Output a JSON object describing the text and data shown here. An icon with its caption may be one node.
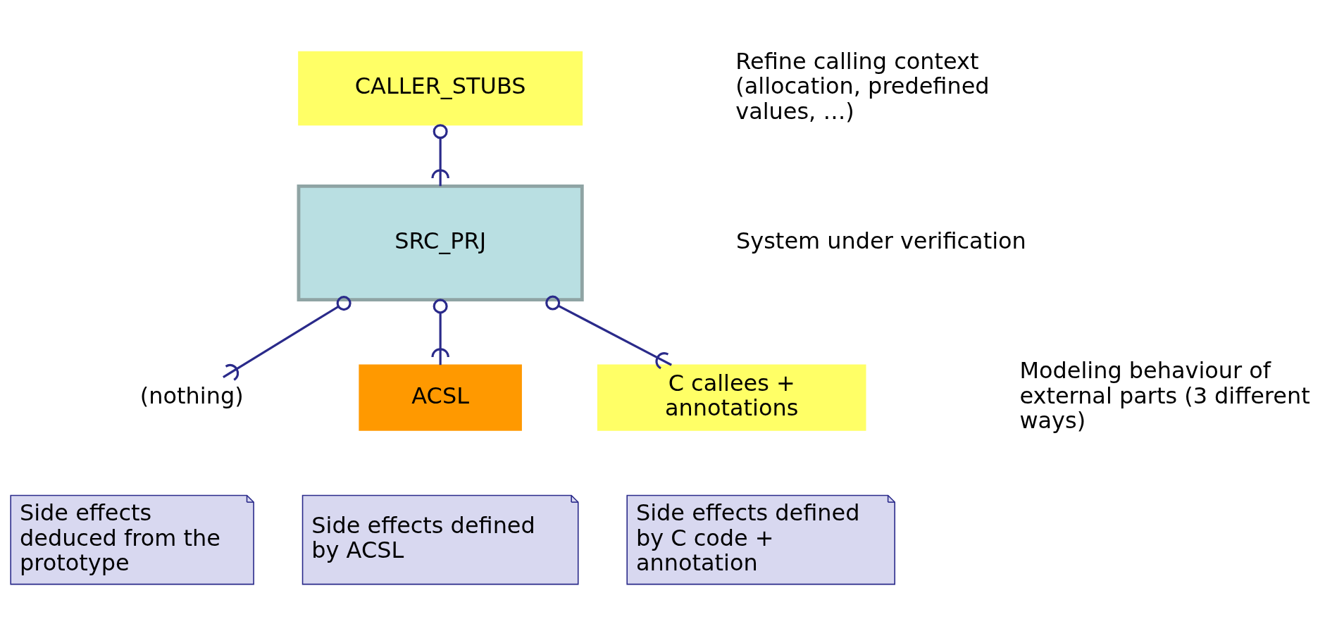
{
  "diagram": {
    "nodes": [
      {
        "text": [
          "CALLER_STUBS"
        ]
      },
      {
        "text": [
          "SRC_PRJ"
        ]
      },
      {
        "text": [
          "(nothing)"
        ]
      },
      {
        "text": [
          "ACSL"
        ]
      },
      {
        "text": [
          "C callees + annotations"
        ]
      },
      {
        "text": [
          "Side effects deduced from the prototype"
        ]
      },
      {
        "text": [
          "Side effects defined by ACSL"
        ]
      },
      {
        "text": [
          "Side effects defined by C code + annotation"
        ]
      }
    ],
    "edges": [
      {
        "from": 0,
        "to": 1,
        "arrow": "other"
      },
      {
        "from": 1,
        "to": 2,
        "arrow": "other"
      },
      {
        "from": 1,
        "to": 3,
        "arrow": "other"
      },
      {
        "from": 1,
        "to": 4,
        "arrow": "other"
      }
    ],
    "labels": [
      "Refine calling context (allocation, predefined values, …)",
      "System under verification",
      "Modeling behaviour of external parts (3 different ways)"
    ]
  }
}
